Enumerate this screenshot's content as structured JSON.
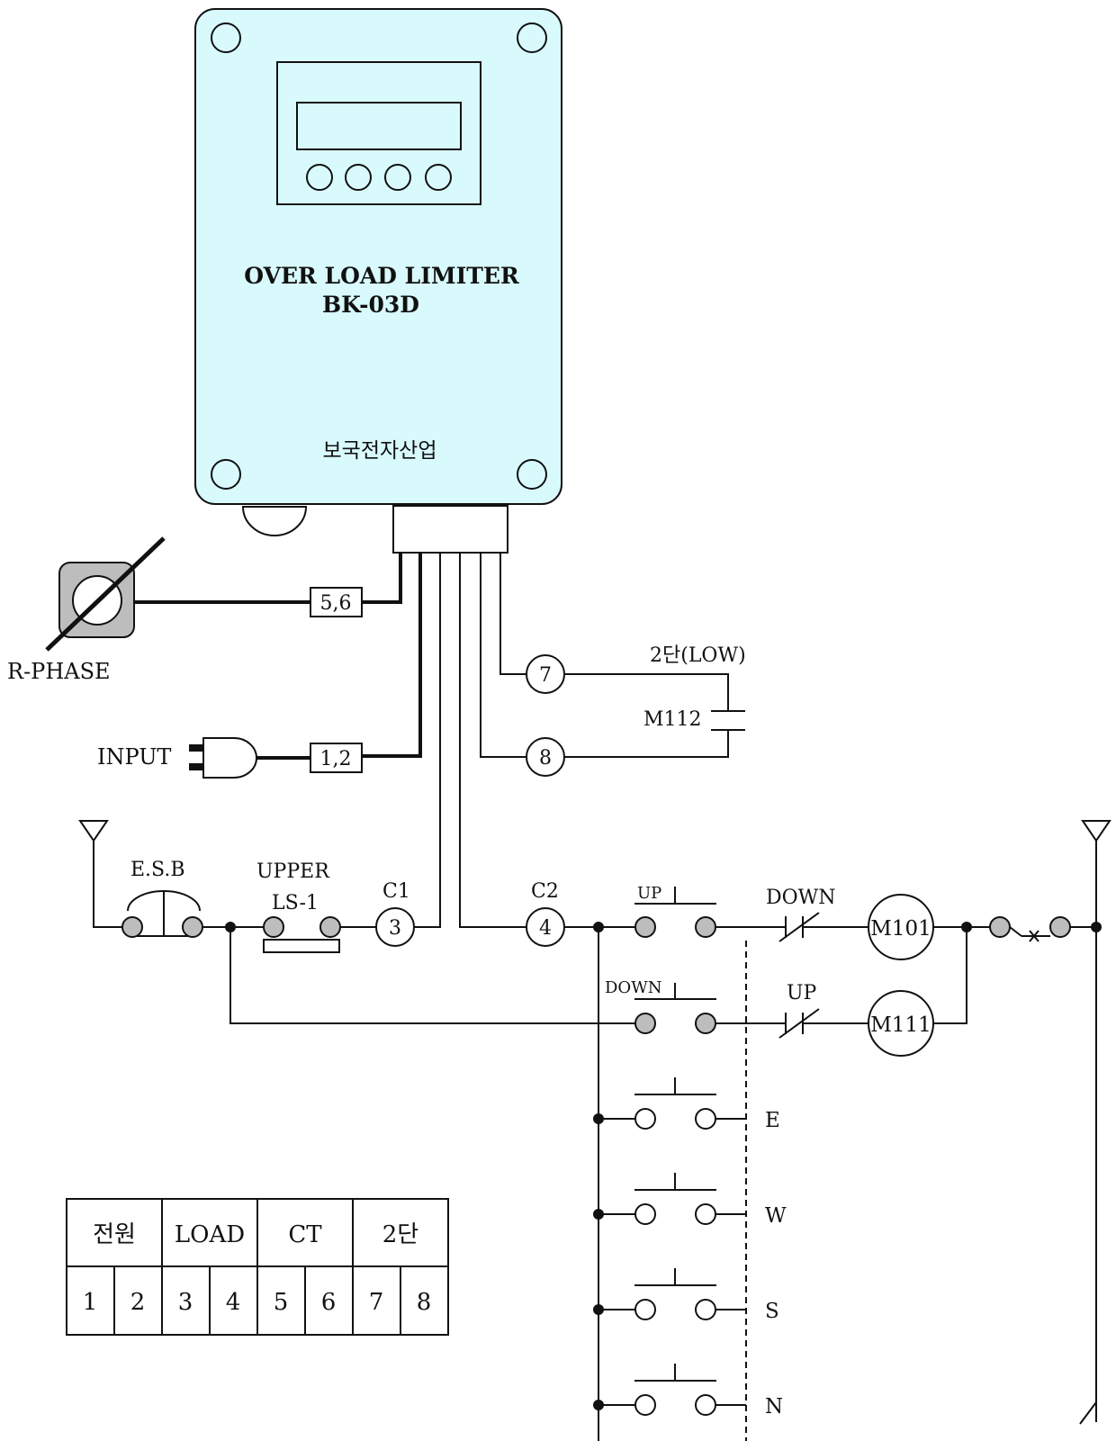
{
  "device": {
    "title": "OVER LOAD LIMITER",
    "model": "BK-03D",
    "maker": "보국전자산업"
  },
  "inputs": {
    "rphase_label": "R-PHASE",
    "input_label": "INPUT",
    "terminal_56": "5,6",
    "terminal_12": "1,2"
  },
  "circle_terminals": {
    "t3": "3",
    "t4": "4",
    "t7": "7",
    "t8": "8"
  },
  "labels": {
    "low_stage": "2단(LOW)",
    "m112": "M112",
    "esb": "E.S.B",
    "upper": "UPPER",
    "ls1": "LS-1",
    "c1": "C1",
    "c2": "C2",
    "up_switch": "UP",
    "down_switch": "DOWN",
    "down_interlock": "DOWN",
    "up_interlock": "UP",
    "m101": "M101",
    "m111": "M111",
    "e": "E",
    "w": "W",
    "s": "S",
    "n": "N"
  },
  "terminal_table": {
    "headers": [
      "전원",
      "LOAD",
      "CT",
      "2단"
    ],
    "numbers": [
      "1",
      "2",
      "3",
      "4",
      "5",
      "6",
      "7",
      "8"
    ]
  }
}
